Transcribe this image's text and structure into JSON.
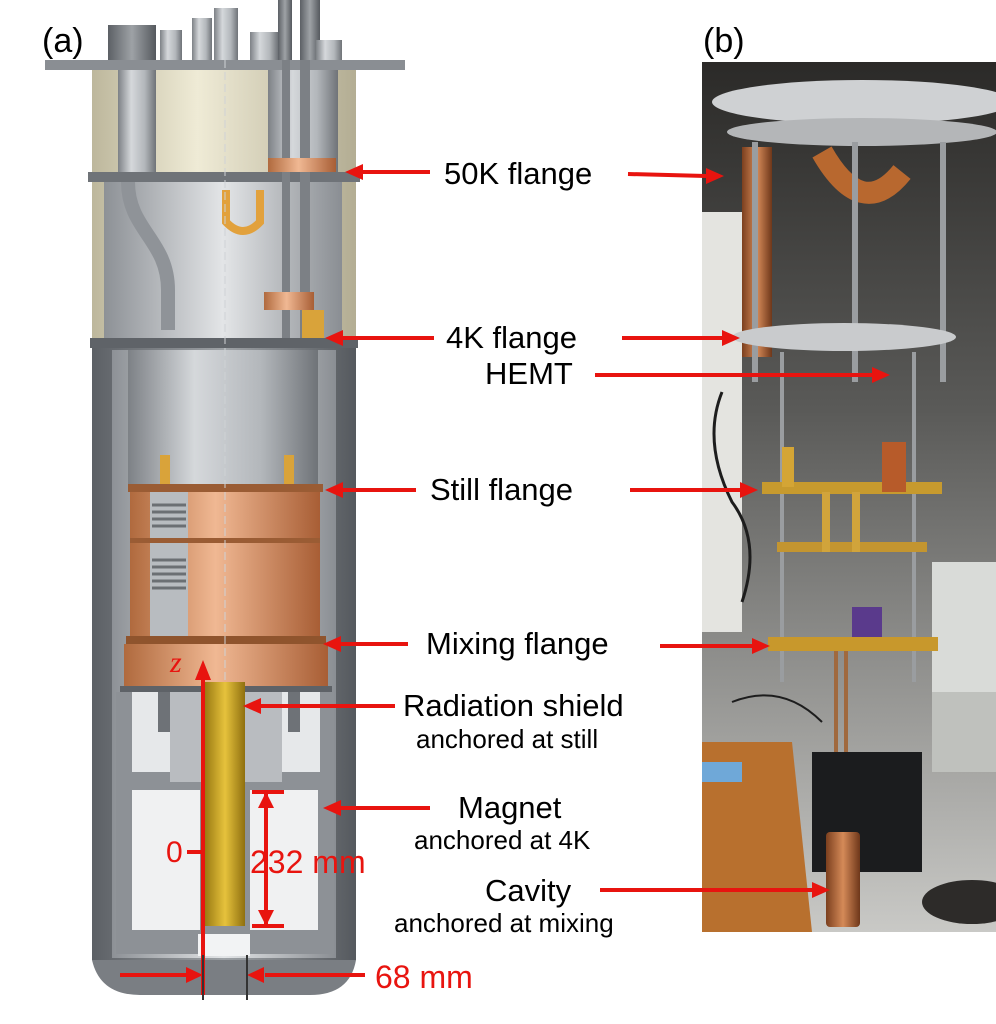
{
  "panels": {
    "a": "(a)",
    "b": "(b)"
  },
  "labels": {
    "k50": "50K flange",
    "k4": "4K flange",
    "hemt": "HEMT",
    "still": "Still flange",
    "mixing": "Mixing flange",
    "radiation_main": "Radiation shield",
    "radiation_sub": "anchored at still",
    "magnet_main": "Magnet",
    "magnet_sub": "anchored at 4K",
    "cavity_main": "Cavity",
    "cavity_sub": "anchored at mixing"
  },
  "dimensions": {
    "axis_symbol": "z",
    "origin": "0",
    "length": "232 mm",
    "diameter": "68 mm"
  },
  "colors": {
    "annotation_red": "#e8140f",
    "copper": "#d08a5a",
    "gold": "#c9a227",
    "steel": "#a9adb2"
  }
}
